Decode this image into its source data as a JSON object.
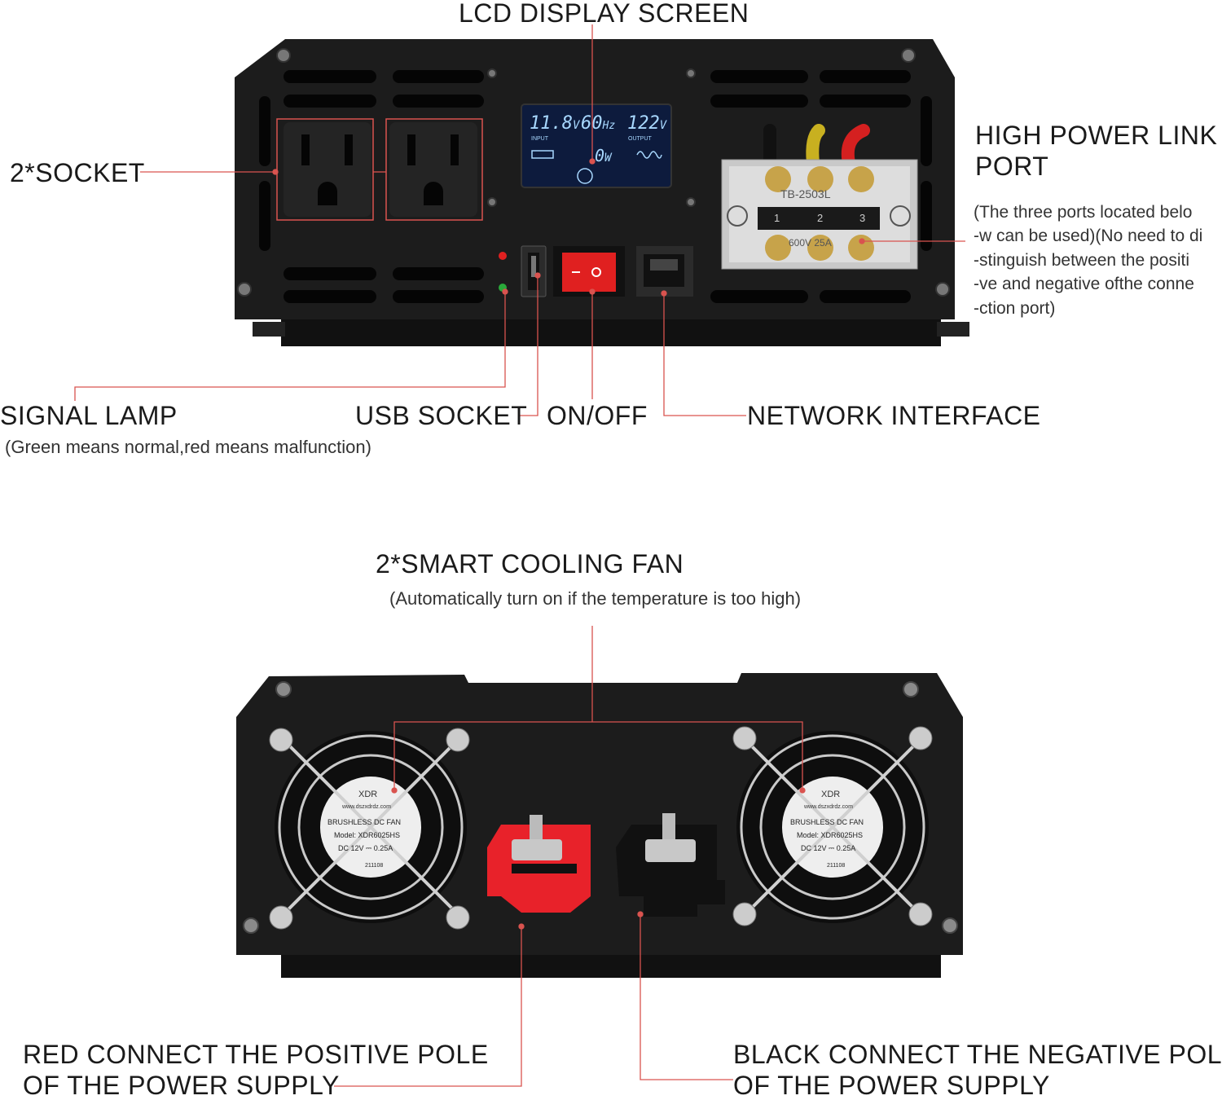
{
  "front": {
    "lcd": {
      "input_voltage": "11.8",
      "input_voltage_unit": "V",
      "frequency": "60",
      "frequency_unit": "Hz",
      "output_voltage": "122",
      "output_voltage_unit": "V",
      "input_label": "INPUT",
      "output_label": "OUTPUT",
      "power": "0",
      "power_unit": "W"
    },
    "terminal_model": "TB-2503L",
    "terminal_rating": "600V 25A",
    "terminal_numbers": [
      "1",
      "2",
      "3"
    ]
  },
  "labels": {
    "lcd": "LCD DISPLAY SCREEN",
    "socket": "2*SOCKET",
    "high_power_line1": "HIGH POWER LINK",
    "high_power_line2": "PORT",
    "high_power_note": [
      "(The three ports located belo",
      "-w can be used)(No need to di",
      "-stinguish between the positi",
      "-ve and negative ofthe conne",
      "-ction port)"
    ],
    "signal_lamp": "SIGNAL LAMP",
    "signal_lamp_note": "(Green means normal,red means malfunction)",
    "usb": "USB SOCKET",
    "onoff": "ON/OFF",
    "network": "NETWORK INTERFACE",
    "fan": "2*SMART COOLING FAN",
    "fan_note": "(Automatically turn on if the temperature is too high)",
    "red_line1": "RED CONNECT THE POSITIVE POLE",
    "red_line2": "OF THE POWER SUPPLY",
    "black_line1": "BLACK CONNECT THE NEGATIVE POLE",
    "black_line2": "OF THE POWER SUPPLY"
  },
  "fan_label": {
    "brand": "XDR",
    "site": "www.dszxdrdz.com",
    "type": "BRUSHLESS DC FAN",
    "model": "Model: XDR6025HS",
    "rating": "DC 12V ⎓ 0.25A",
    "date": "211108"
  },
  "colors": {
    "leader_line": "#d9534f",
    "body": "#1c1c1c",
    "lcd_bg": "#0d1b3d",
    "switch": "#e02020",
    "positive_cap": "#e8222a",
    "negative_cap": "#1a1a1a"
  }
}
